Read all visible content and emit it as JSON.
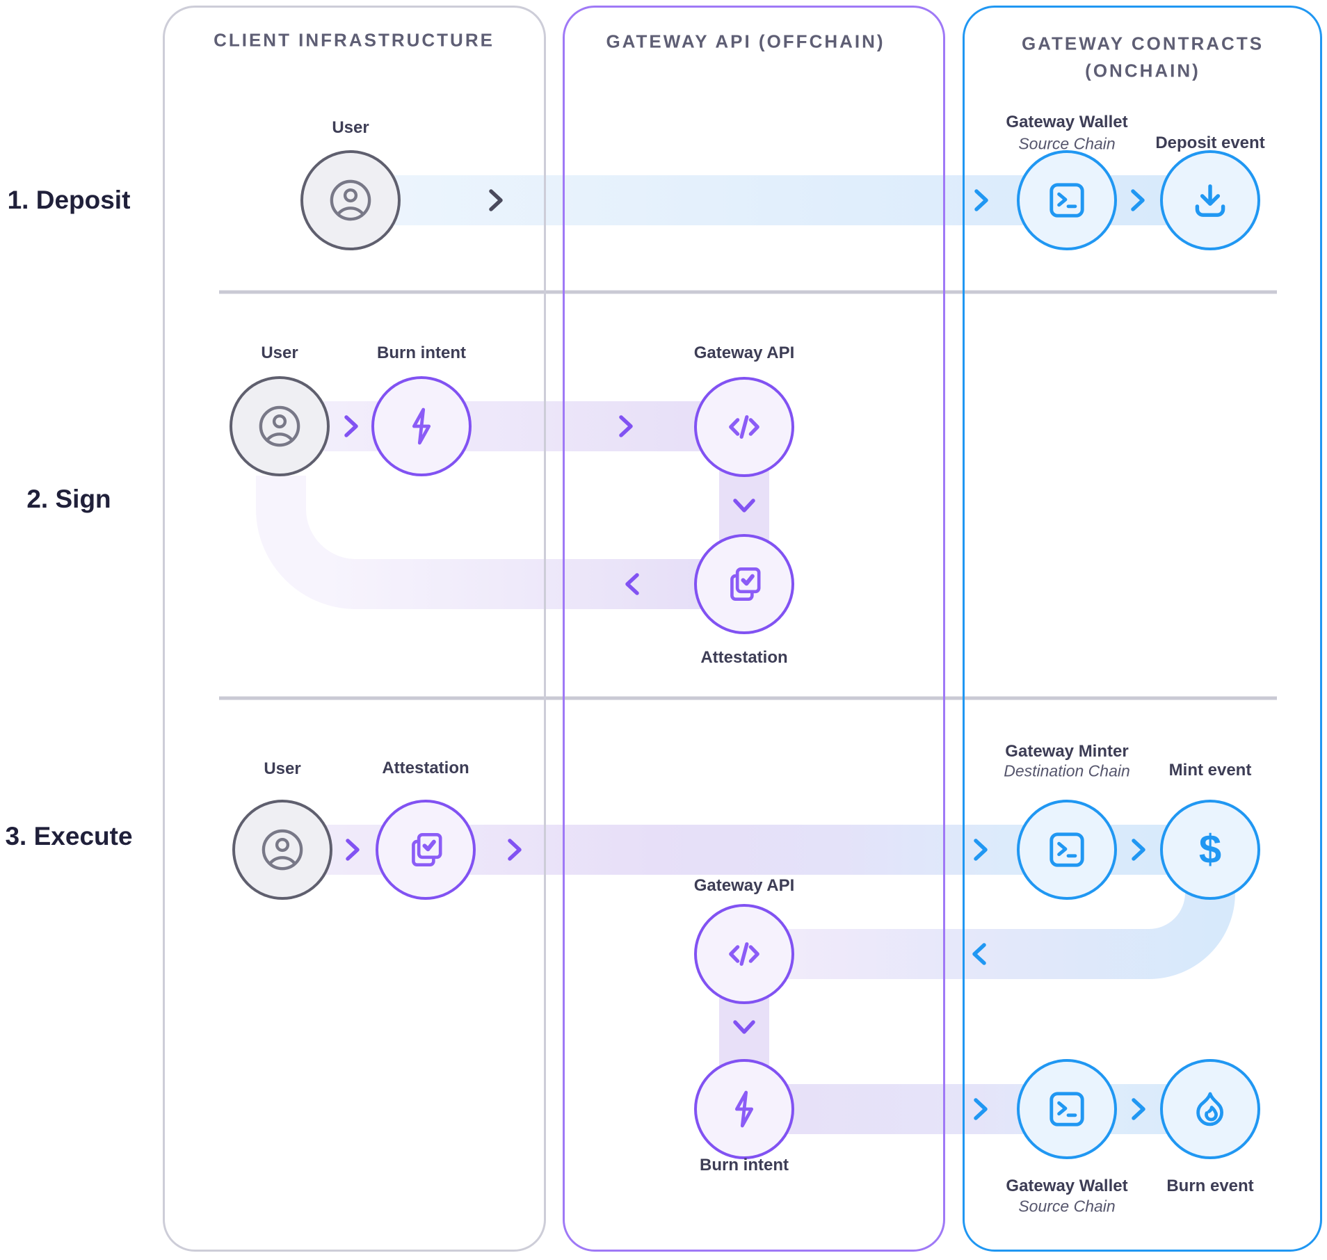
{
  "columns": {
    "client": "CLIENT INFRASTRUCTURE",
    "api": "GATEWAY API (OFFCHAIN)",
    "contracts_line1": "GATEWAY CONTRACTS",
    "contracts_line2": "(ONCHAIN)"
  },
  "rows": {
    "deposit": "1. Deposit",
    "sign": "2. Sign",
    "execute": "3. Execute"
  },
  "labels": {
    "r1_user": "User",
    "r1_wallet": "Gateway Wallet",
    "r1_wallet_sub": "Source Chain",
    "r1_deposit": "Deposit event",
    "r2_user": "User",
    "r2_burn": "Burn intent",
    "r2_api": "Gateway API",
    "r2_attest": "Attestation",
    "r3_user": "User",
    "r3_attest": "Attestation",
    "r3_minter": "Gateway Minter",
    "r3_minter_sub": "Destination Chain",
    "r3_mint": "Mint event",
    "r3_api": "Gateway API",
    "r3_burn": "Burn intent",
    "r3_wallet": "Gateway Wallet",
    "r3_wallet_sub": "Source Chain",
    "r3_burn_event": "Burn event"
  },
  "icons": [
    "user-icon",
    "lightning-icon",
    "code-icon",
    "attestation-icon",
    "terminal-icon",
    "download-icon",
    "dollar-icon",
    "flame-icon",
    "chevron-right-icon",
    "chevron-left-icon",
    "chevron-down-icon"
  ],
  "colors": {
    "purple_accent": "#8152F2",
    "purple_icon": "#8B5CF6",
    "purple_band": "#E7DFF8",
    "blue_accent": "#2097F2",
    "blue_band": "#D9EBFC",
    "gray_node_border": "#5F5F6E",
    "gray_node_fill": "#EFEFF3",
    "header_text": "#5E5E74",
    "label_text": "#3D3D55",
    "row_label_text": "#20203A",
    "divider": "#C9C9D4"
  }
}
